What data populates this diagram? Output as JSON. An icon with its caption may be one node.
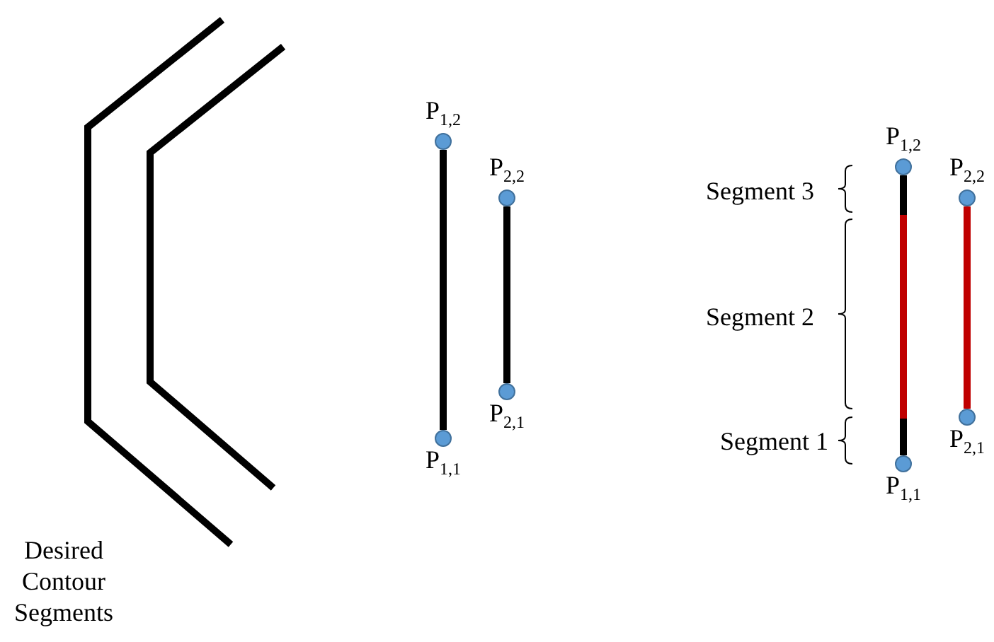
{
  "diagram": {
    "nodes": [
      {
        "text": [
          "P$_{1,2}$"
        ]
      },
      {
        "text": [
          "P$_{2,2}$"
        ]
      },
      {
        "text": [
          "P$_{2,1}$"
        ]
      },
      {
        "text": [
          "P$_{1,1}$"
        ]
      },
      {
        "text": [
          "P$_{1,2}$"
        ]
      },
      {
        "text": [
          "P$_{2,2}$"
        ]
      },
      {
        "text": [
          "P$_{2,1}$"
        ]
      },
      {
        "text": [
          "P$_{1,1}$"
        ]
      }
    ],
    "edges": [
      {
        "from": 3,
        "to": 0,
        "arrow": "none"
      },
      {
        "from": 2,
        "to": 1,
        "arrow": "none"
      },
      {
        "from": 7,
        "to": 4,
        "arrow": "none",
        "color": "#c00000"
      },
      {
        "from": 6,
        "to": 5,
        "arrow": "none",
        "color": "#c00000"
      }
    ],
    "labels": [
      "Segment 3",
      "Segment 2",
      "Segment 1",
      "Desired Contour Segments"
    ]
  }
}
